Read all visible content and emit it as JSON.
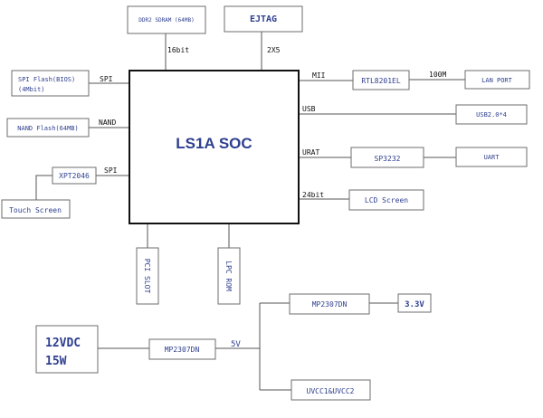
{
  "soc": "LS1A SOC",
  "blocks": {
    "ddr2": "DDR2 SDRAM (64MB)",
    "ejtag": "EJTAG",
    "spi_flash": [
      "SPI Flash(BIOS)",
      "(4Mbit)"
    ],
    "nand_flash": "NAND Flash(64MB)",
    "xpt2046": "XPT2046",
    "touch_screen": "Touch Screen",
    "rtl8201el": "RTL8201EL",
    "lan_port": "LAN PORT",
    "usb": "USB2.0*4",
    "sp3232": "SP3232",
    "uart": "UART",
    "lcd": "LCD Screen",
    "pci_slot": "PCI SLOT",
    "lpc_rom": "LPC ROM",
    "power_in": [
      "12VDC",
      "15W"
    ],
    "mp2307dn_main": "MP2307DN",
    "mp2307dn_upper": "MP2307DN",
    "v33": "3.3V",
    "uvcc": "UVCC1&UVCC2"
  },
  "links": {
    "ddr2_bus": "16bit",
    "ejtag_bus": "2X5",
    "spi_flash_bus": "SPI",
    "nand_bus": "NAND",
    "xpt_bus": "SPI",
    "mii": "MII",
    "lan_speed": "100M",
    "usb_bus": "USB",
    "uart_bus": "URAT",
    "lcd_bus": "24bit",
    "power_rail": "5V"
  },
  "colors": {
    "block_text": "#2e3f8f",
    "label_text": "#111111",
    "border": "#6e6e6e",
    "soc_border": "#111111"
  }
}
